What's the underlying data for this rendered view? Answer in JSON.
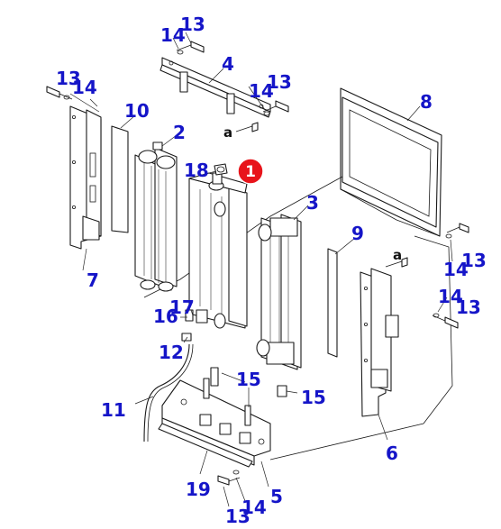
{
  "diagram": {
    "highlighted_part": {
      "label": "1",
      "color": "#e8141b"
    },
    "callout_color": "#1515c8",
    "callouts": [
      "2",
      "3",
      "4",
      "5",
      "6",
      "7",
      "8",
      "9",
      "10",
      "11",
      "12",
      "13",
      "14",
      "15",
      "16",
      "17",
      "18",
      "19"
    ],
    "letter_marks": [
      "a"
    ]
  }
}
